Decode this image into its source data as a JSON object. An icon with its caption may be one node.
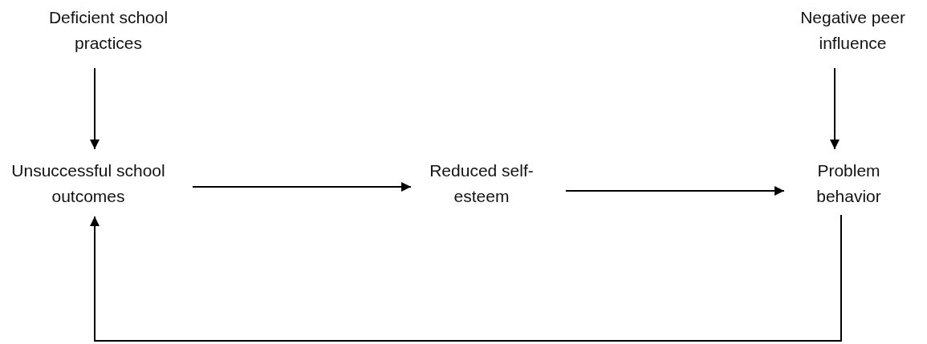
{
  "diagram": {
    "nodes": [
      {
        "text": [
          "Deficient school practices"
        ]
      },
      {
        "text": [
          "Negative peer influence"
        ]
      },
      {
        "text": [
          "Unsuccessful school outcomes"
        ]
      },
      {
        "text": [
          "Reduced self-esteem"
        ]
      },
      {
        "text": [
          "Problem behavior"
        ]
      }
    ],
    "edges": [
      {
        "from": 0,
        "to": 2,
        "arrow": "to"
      },
      {
        "from": 1,
        "to": 4,
        "arrow": "to"
      },
      {
        "from": 2,
        "to": 3,
        "arrow": "to"
      },
      {
        "from": 3,
        "to": 4,
        "arrow": "to"
      },
      {
        "from": 4,
        "to": 2,
        "arrow": "to"
      }
    ]
  }
}
